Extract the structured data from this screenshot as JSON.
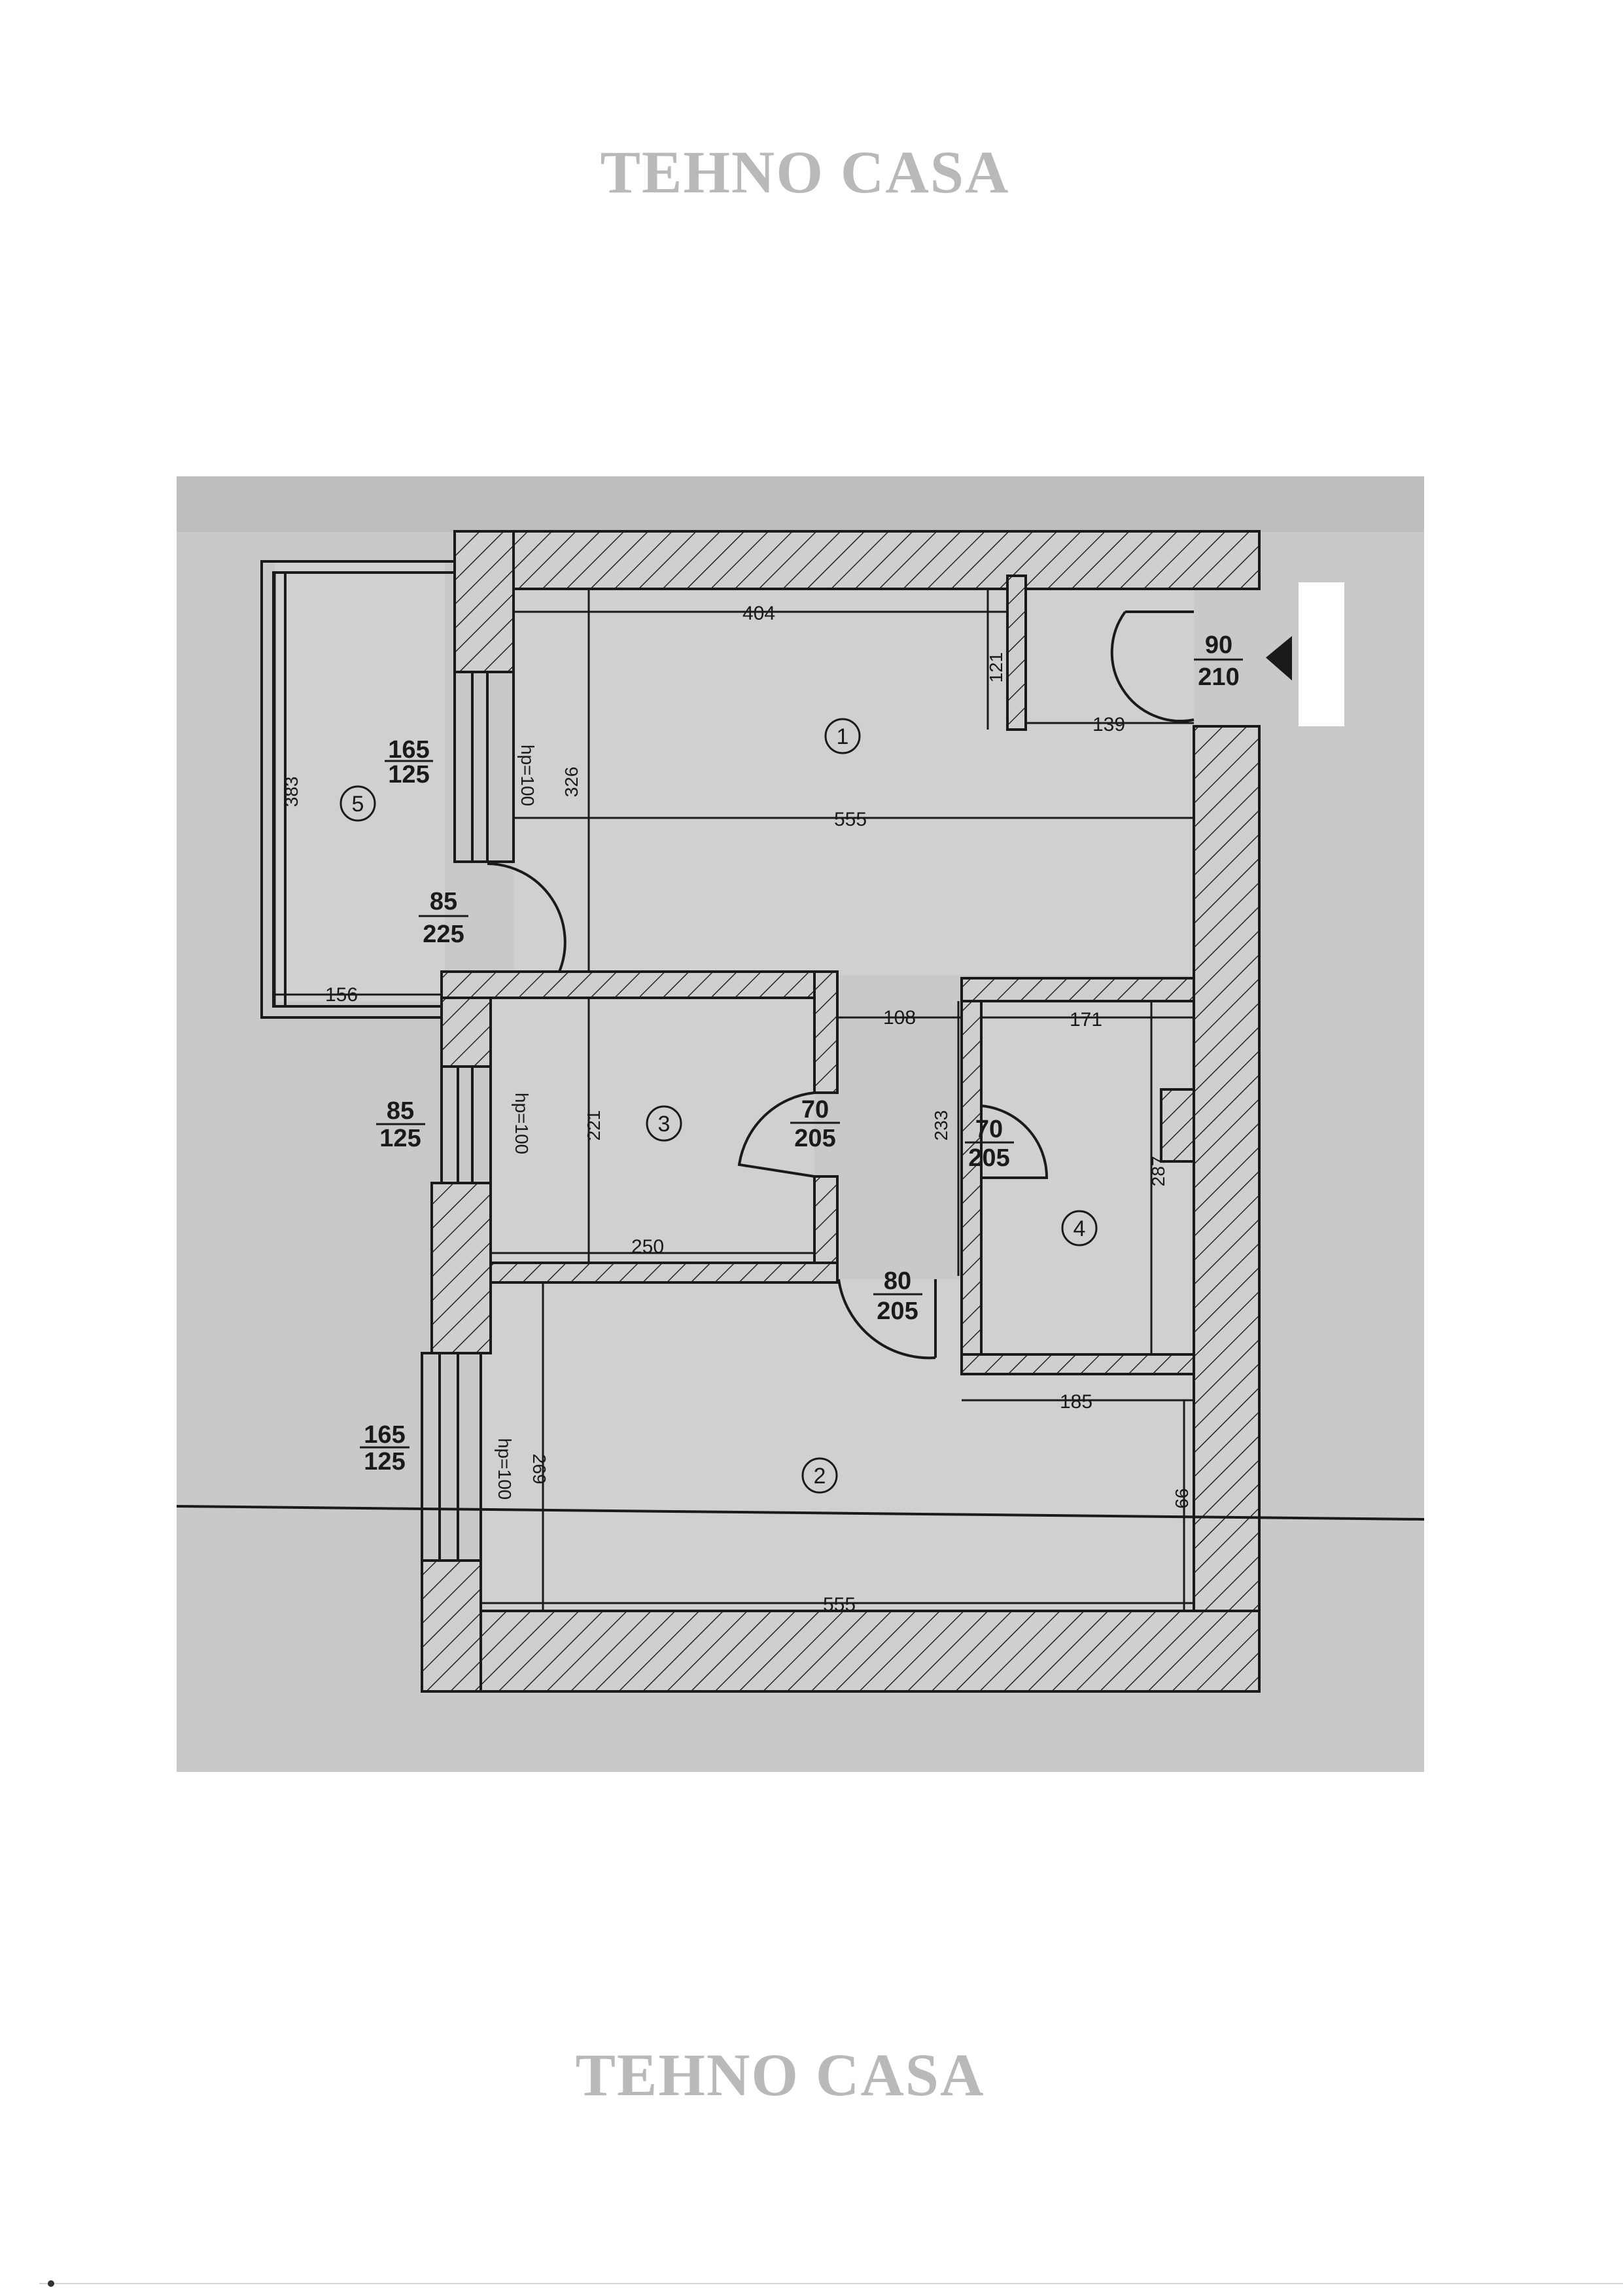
{
  "brand": {
    "top": "TEHNO CASA",
    "bottom": "TEHNO CASA"
  },
  "rooms": [
    "1",
    "2",
    "3",
    "4",
    "5"
  ],
  "dimensions": {
    "top_404": "404",
    "top_121": "121",
    "top_139": "139",
    "mid_555": "555",
    "left_383": "383",
    "left_326": "326",
    "hp_1": "hp=100",
    "hp_2": "hp=100",
    "hp_3": "hp=100",
    "w_156": "156",
    "w_108": "108",
    "w_171": "171",
    "h_221": "221",
    "h_233": "233",
    "h_287": "287",
    "w_250": "250",
    "w_185": "185",
    "h_269": "269",
    "h_99": "99",
    "bottom_555": "555"
  },
  "openings": [
    {
      "top": "90",
      "bottom": "210"
    },
    {
      "top": "165",
      "bottom": "125"
    },
    {
      "top": "85",
      "bottom": "225"
    },
    {
      "top": "85",
      "bottom": "125"
    },
    {
      "top": "70",
      "bottom": "205"
    },
    {
      "top": "70",
      "bottom": "205"
    },
    {
      "top": "80",
      "bottom": "205"
    },
    {
      "top": "165",
      "bottom": "125"
    }
  ]
}
